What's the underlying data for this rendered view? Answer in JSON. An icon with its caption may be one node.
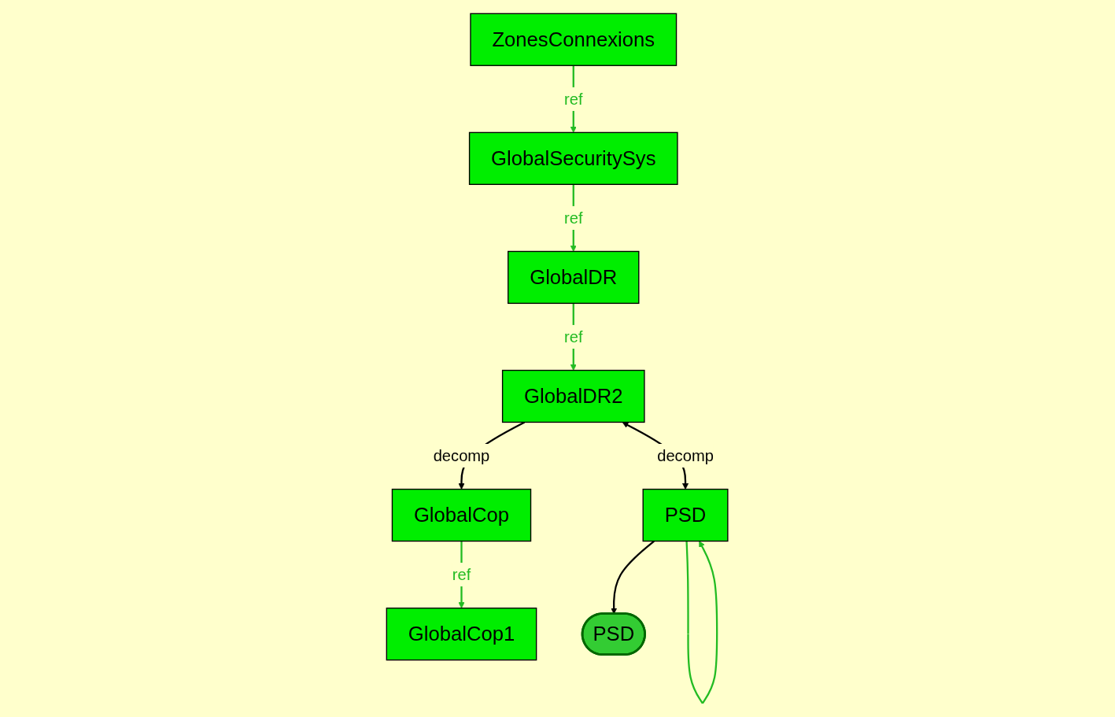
{
  "diagram": {
    "nodes": [
      {
        "text": [
          "ZonesConnexions"
        ]
      },
      {
        "text": [
          "GlobalSecuritySys"
        ]
      },
      {
        "text": [
          "GlobalDR"
        ]
      },
      {
        "text": [
          "GlobalDR2"
        ]
      },
      {
        "text": [
          "GlobalCop"
        ]
      },
      {
        "text": [
          "GlobalCop1"
        ]
      },
      {
        "text": [
          "PSD"
        ]
      },
      {
        "text": [
          "PSD"
        ]
      }
    ],
    "edges": [
      {
        "from": 0,
        "to": 1,
        "arrow": "to",
        "label": "ref"
      },
      {
        "from": 1,
        "to": 2,
        "arrow": "to",
        "label": "ref"
      },
      {
        "from": 2,
        "to": 3,
        "arrow": "to",
        "label": "ref"
      },
      {
        "from": 3,
        "to": 4,
        "arrow": "to",
        "label": "decomp",
        "color": "#000000"
      },
      {
        "from": 4,
        "to": 5,
        "arrow": "to",
        "label": "ref"
      },
      {
        "from": 3,
        "to": 6,
        "arrow": "both",
        "label": "decomp",
        "color": "#000000"
      },
      {
        "from": 6,
        "to": 6,
        "arrow": "to"
      },
      {
        "from": 6,
        "to": 7,
        "arrow": "to",
        "color": "#000000"
      }
    ]
  }
}
